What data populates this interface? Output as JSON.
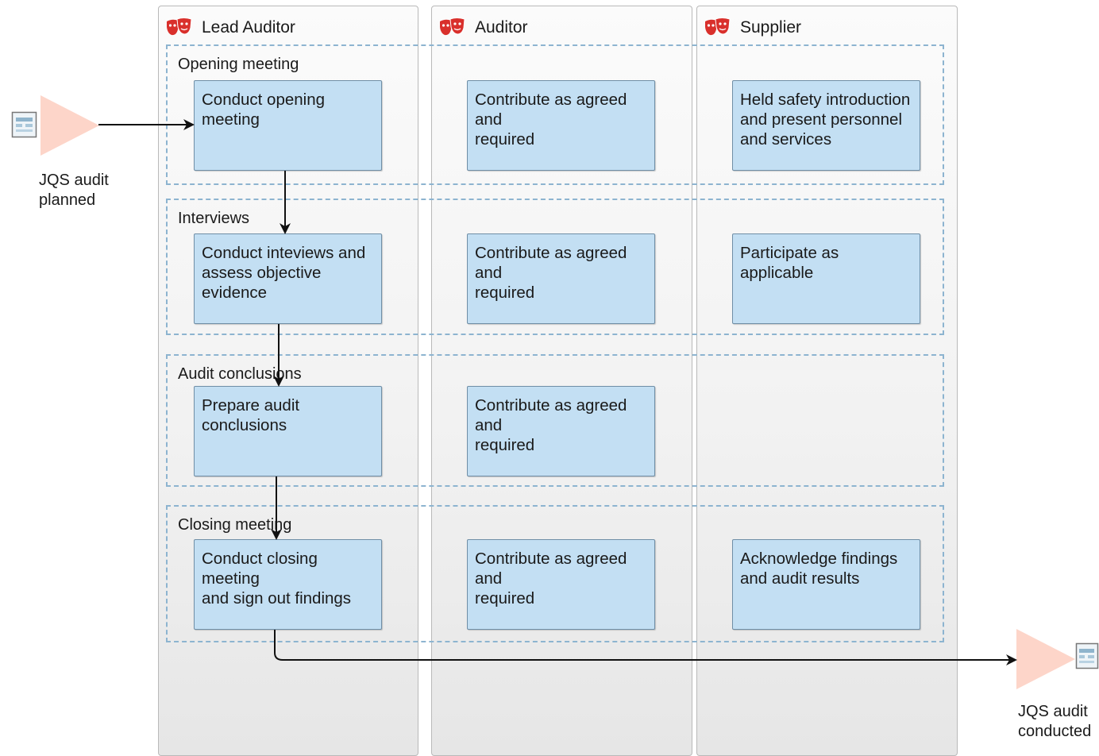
{
  "lanes": [
    {
      "title": "Lead Auditor",
      "icon": "role-masks-icon"
    },
    {
      "title": "Auditor",
      "icon": "role-masks-icon"
    },
    {
      "title": "Supplier",
      "icon": "role-masks-icon"
    }
  ],
  "phases": [
    {
      "label": "Opening meeting"
    },
    {
      "label": "Interviews"
    },
    {
      "label": "Audit conclusions"
    },
    {
      "label": "Closing meeting"
    }
  ],
  "tasks": {
    "lead": [
      "Conduct opening\nmeeting",
      "Conduct inteviews and\nassess objective\nevidence",
      "Prepare audit\nconclusions",
      "Conduct closing meeting\nand sign out findings"
    ],
    "auditor": [
      "Contribute as agreed and\nrequired",
      "Contribute as agreed and\nrequired",
      "Contribute as agreed and\nrequired",
      "Contribute as agreed and\nrequired"
    ],
    "supplier": [
      "Held safety introduction\nand present personnel\nand services",
      "Participate as applicable",
      "Acknowledge findings\nand audit results"
    ]
  },
  "events": {
    "start": {
      "label": "JQS audit\nplanned",
      "icon": "process-document-icon"
    },
    "end": {
      "label": "JQS audit\nconducted",
      "icon": "process-document-icon"
    }
  },
  "colors": {
    "task_fill": "#c3dff3",
    "task_border": "#6f8ea6",
    "phase_border": "#8db4d0",
    "event_fill": "#fdd5c9",
    "role_icon": "#d9302c"
  }
}
